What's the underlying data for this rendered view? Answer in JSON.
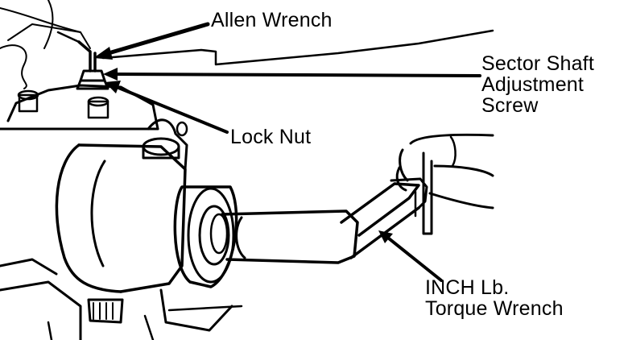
{
  "labels": {
    "allen_wrench": "Allen Wrench",
    "sector_shaft_screw": "Sector Shaft\nAdjustment\nScrew",
    "lock_nut": "Lock Nut",
    "torque_wrench": "INCH Lb.\nTorque Wrench"
  },
  "colors": {
    "ink": "#000000",
    "paper": "#ffffff"
  }
}
